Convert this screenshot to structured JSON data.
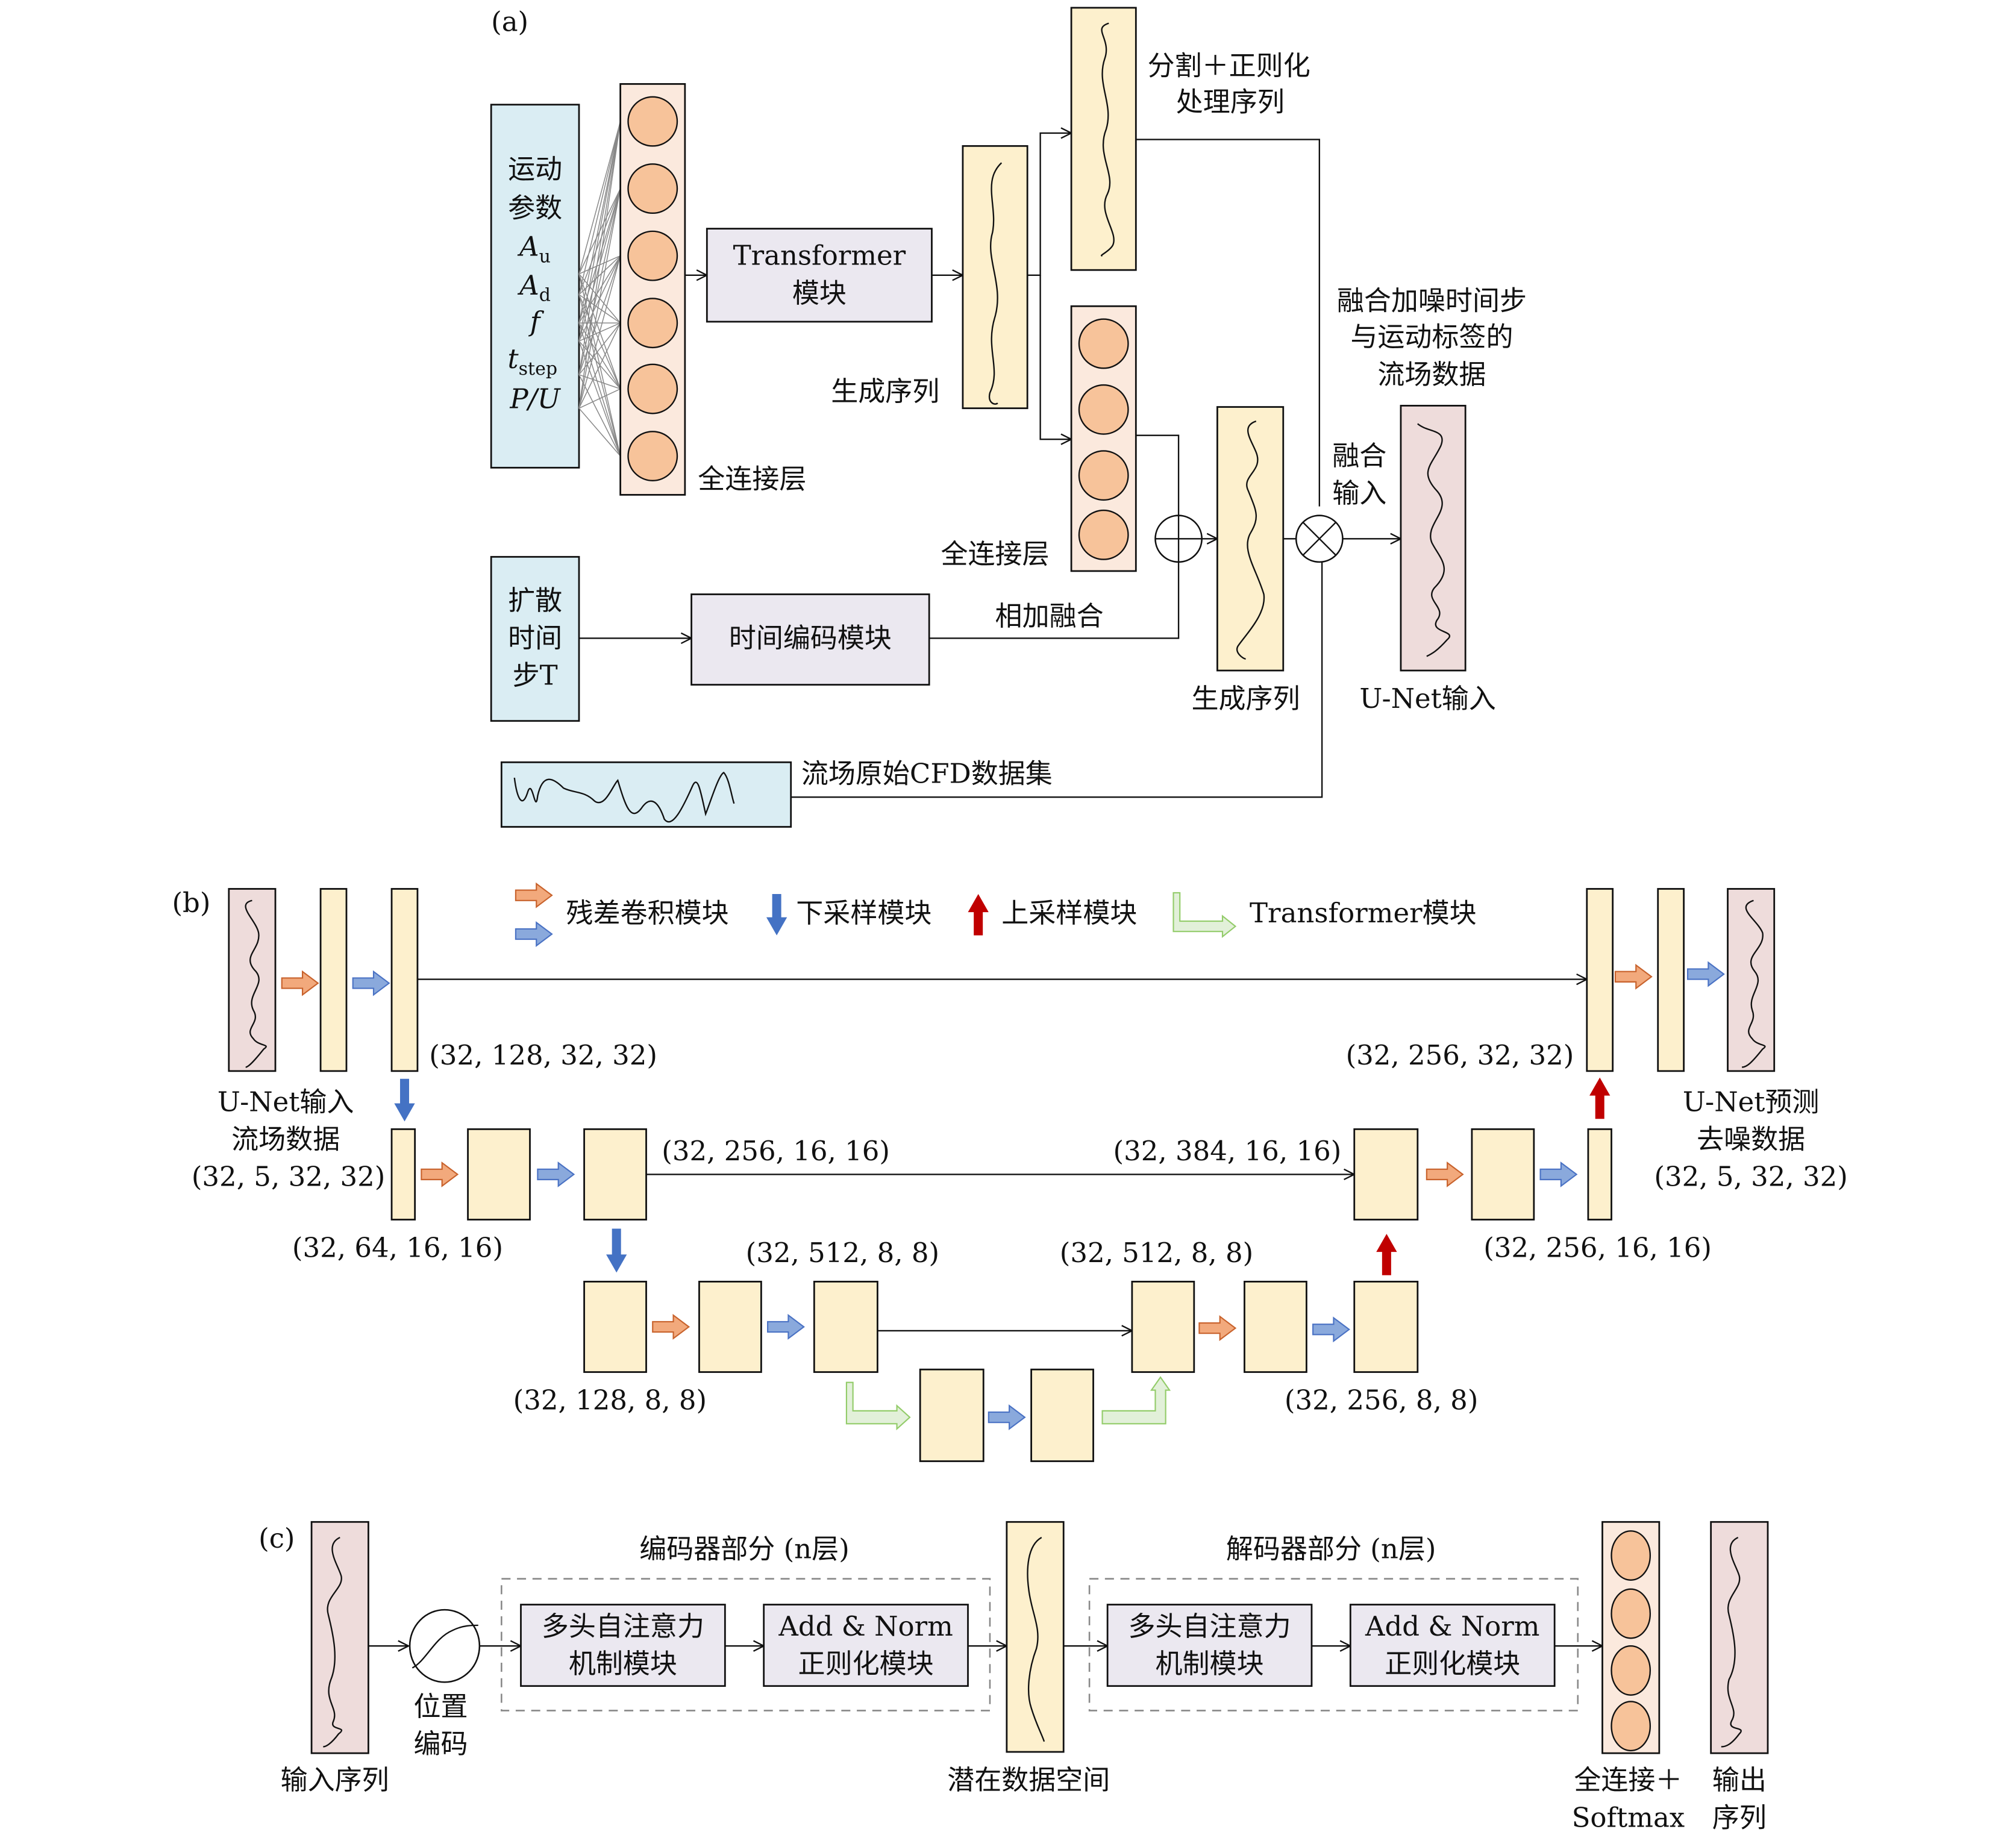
{
  "colors": {
    "param_box": "#daedf3",
    "fc_layer": "#fbe9dd",
    "neuron": "#f7c39a",
    "module_box": "#ebe8f0",
    "sequence": "#fdf0cd",
    "unet_io": "#eedcdb",
    "arrow_resconv": "#f2a97c",
    "arrow_resconv_stroke": "#c8622c",
    "arrow_blue": "#8aa9dc",
    "arrow_blue_stroke": "#4a72c4",
    "arrow_down": "#4472c4",
    "arrow_up": "#c00000",
    "arrow_transformer": "#e2f0d9",
    "arrow_transformer_stroke": "#93cc6a"
  },
  "panel_a": {
    "tag": "(a)",
    "motion_params": {
      "lines": [
        "运动",
        "参数"
      ],
      "symbols": [
        {
          "base": "A",
          "sub": "u"
        },
        {
          "base": "A",
          "sub": "d"
        },
        {
          "base": "f",
          "sub": ""
        },
        {
          "base": "t",
          "sub": "step"
        },
        {
          "base": "P/U",
          "sub": ""
        }
      ]
    },
    "fc_layer_label": "全连接层",
    "transformer_box": [
      "Transformer",
      "模块"
    ],
    "generated_seq_label": "生成序列",
    "split_norm_label": [
      "分割＋正则化",
      "处理序列"
    ],
    "fc_layer2_label": "全连接层",
    "diffusion_step": [
      "扩散",
      "时间",
      "步T"
    ],
    "time_encoding": "时间编码模块",
    "add_fusion": "相加融合",
    "generated_seq2_label": "生成序列",
    "fusion_desc": [
      "融合加噪时间步",
      "与运动标签的",
      "流场数据"
    ],
    "fusion_input": [
      "融合",
      "输入"
    ],
    "unet_input": "U-Net输入",
    "cfd_dataset": "流场原始CFD数据集"
  },
  "panel_b": {
    "tag": "(b)",
    "legend": {
      "resconv": "残差卷积模块",
      "downsample": "下采样模块",
      "upsample": "上采样模块",
      "transformer": "Transformer模块"
    },
    "input_label": [
      "U-Net输入",
      "流场数据",
      "(32, 5, 32, 32)"
    ],
    "output_label": [
      "U-Net预测",
      "去噪数据",
      "(32, 5, 32, 32)"
    ],
    "shapes": {
      "l1_enc": "(32, 128, 32, 32)",
      "l1_dec": "(32, 256, 32, 32)",
      "l2_in": "(32, 64, 16, 16)",
      "l2_enc": "(32, 256, 16, 16)",
      "l2_dec_in": "(32, 384, 16, 16)",
      "l2_dec_out": "(32, 256, 16, 16)",
      "l3_in": "(32, 128, 8, 8)",
      "l3_enc": "(32, 512, 8, 8)",
      "l3_dec_in": "(32, 512, 8, 8)",
      "l3_dec_out": "(32, 256, 8, 8)"
    }
  },
  "panel_c": {
    "tag": "(c)",
    "input_seq": "输入序列",
    "pos_encoding": [
      "位置",
      "编码"
    ],
    "encoder_title": "编码器部分 (n层)",
    "decoder_title": "解码器部分 (n层)",
    "mhsa": [
      "多头自注意力",
      "机制模块"
    ],
    "addnorm": [
      "Add & Norm",
      "正则化模块"
    ],
    "latent": "潜在数据空间",
    "fc_softmax": [
      "全连接＋",
      "Softmax"
    ],
    "output_seq": [
      "输出",
      "序列"
    ]
  }
}
